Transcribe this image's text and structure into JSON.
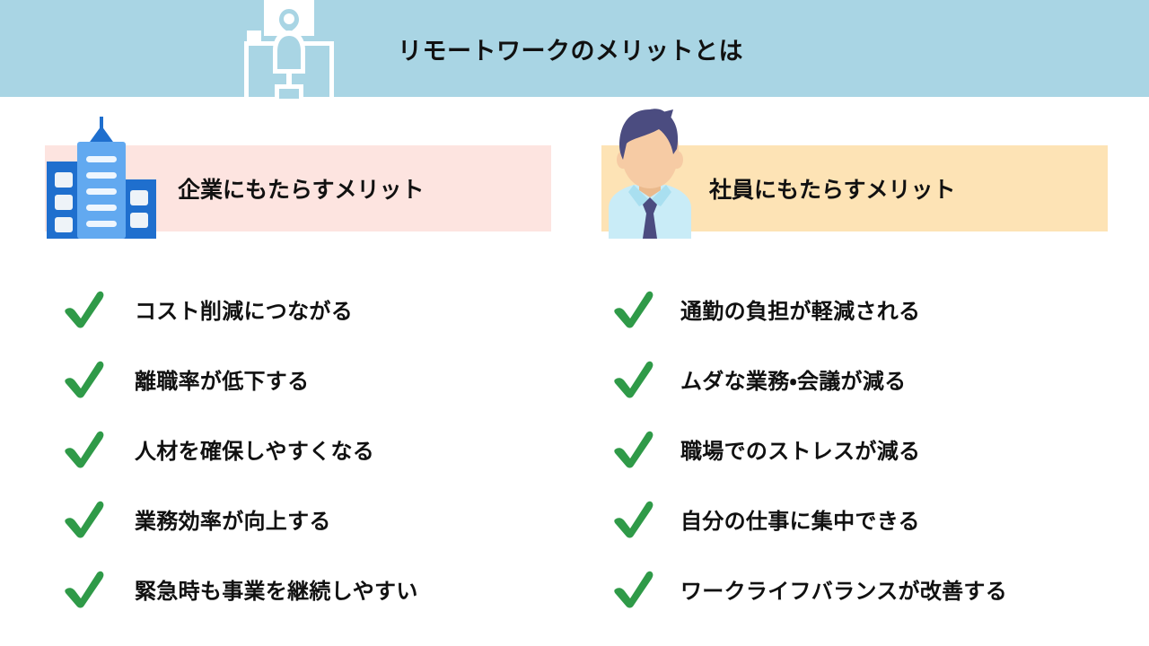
{
  "header": {
    "title": "リモートワークのメリットとは",
    "band_color": "#a9d5e4",
    "icon": "remote-worker-desk-icon"
  },
  "columns": [
    {
      "id": "company",
      "heading": "企業にもたらすメリット",
      "banner_color": "#fde4e0",
      "icon": "office-building-icon",
      "items": [
        {
          "check": "check-icon",
          "label": "コスト削減につながる"
        },
        {
          "check": "check-icon",
          "label": "離職率が低下する"
        },
        {
          "check": "check-icon",
          "label": "人材を確保しやすくなる"
        },
        {
          "check": "check-icon",
          "label": "業務効率が向上する"
        },
        {
          "check": "check-icon",
          "label": "緊急時も事業を継続しやすい"
        }
      ]
    },
    {
      "id": "employee",
      "heading": "社員にもたらすメリット",
      "banner_color": "#fde3b5",
      "icon": "businessman-avatar-icon",
      "items": [
        {
          "check": "check-icon",
          "label": "通勤の負担が軽減される"
        },
        {
          "check": "check-icon",
          "label": "ムダな業務・会議が減る"
        },
        {
          "check": "check-icon",
          "label": "職場でのストレスが減る"
        },
        {
          "check": "check-icon",
          "label": "自分の仕事に集中できる"
        },
        {
          "check": "check-icon",
          "label": "ワークライフバランスが改善する"
        }
      ]
    }
  ],
  "colors": {
    "header_band": "#a9d5e4",
    "banner_company": "#fde4e0",
    "banner_employee": "#fde3b5",
    "check_green": "#2f9a48",
    "text": "#111111",
    "background": "#ffffff",
    "building_dark_blue": "#1f6fce",
    "building_light_blue": "#62a9f0",
    "avatar_hair": "#4b4c80",
    "avatar_skin": "#f6cba4",
    "avatar_shirt": "#c9ecf7"
  }
}
